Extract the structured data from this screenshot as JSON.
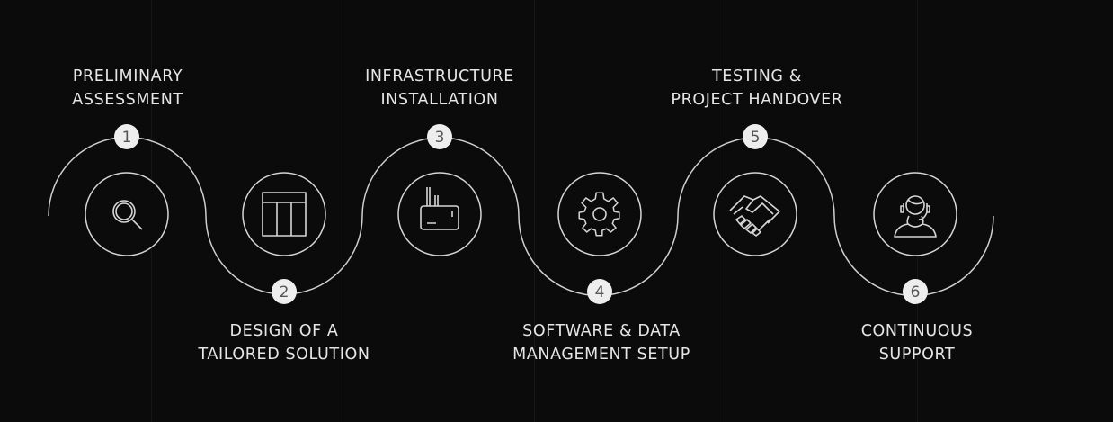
{
  "colors": {
    "background": "#0b0b0b",
    "line": "#cfcfcf",
    "badge": "#eeeeee",
    "text": "#e6e6e6"
  },
  "steps": [
    {
      "number": "1",
      "line1": "PRELIMINARY",
      "line2": "ASSESSMENT",
      "icon": "magnifier-icon",
      "position": "top"
    },
    {
      "number": "2",
      "line1": "DESIGN OF A",
      "line2": "TAILORED SOLUTION",
      "icon": "layout-icon",
      "position": "bottom"
    },
    {
      "number": "3",
      "line1": "INFRASTRUCTURE",
      "line2": "INSTALLATION",
      "icon": "router-icon",
      "position": "top"
    },
    {
      "number": "4",
      "line1": "SOFTWARE & DATA",
      "line2": "MANAGEMENT SETUP",
      "icon": "gear-icon",
      "position": "bottom"
    },
    {
      "number": "5",
      "line1": "TESTING &",
      "line2": "PROJECT HANDOVER",
      "icon": "handshake-icon",
      "position": "top"
    },
    {
      "number": "6",
      "line1": "CONTINUOUS",
      "line2": "SUPPORT",
      "icon": "support-agent-icon",
      "position": "bottom"
    }
  ]
}
